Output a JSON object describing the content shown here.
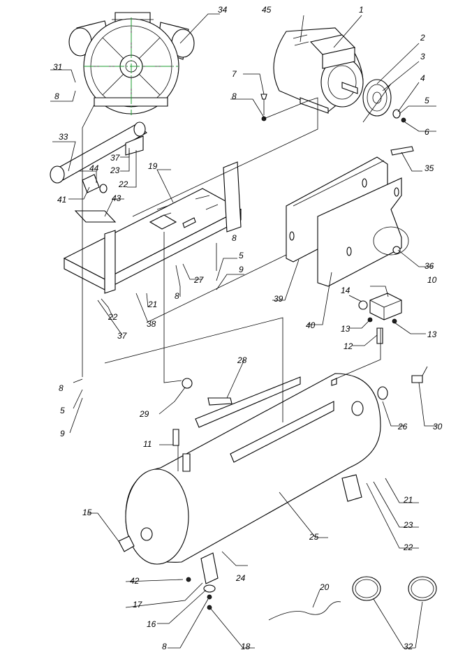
{
  "labels": {
    "l1": "1",
    "l2": "2",
    "l3": "3",
    "l4": "4",
    "l5a": "5",
    "l5b": "5",
    "l5c": "5",
    "l6": "6",
    "l7": "7",
    "l8a": "8",
    "l8b": "8",
    "l8c": "8",
    "l8d": "8",
    "l8e": "8",
    "l8f": "8",
    "l9a": "9",
    "l9b": "9",
    "l10": "10",
    "l11": "11",
    "l12": "12",
    "l13a": "13",
    "l13b": "13",
    "l14": "14",
    "l15": "15",
    "l16": "16",
    "l17": "17",
    "l18": "18",
    "l19": "19",
    "l20": "20",
    "l21a": "21",
    "l21b": "21",
    "l22a": "22",
    "l22b": "22",
    "l22c": "22",
    "l23a": "23",
    "l23b": "23",
    "l24": "24",
    "l25": "25",
    "l26": "26",
    "l27": "27",
    "l28": "28",
    "l29": "29",
    "l30": "30",
    "l31": "31",
    "l32": "32",
    "l33": "33",
    "l34": "34",
    "l35": "35",
    "l36": "36",
    "l37a": "37",
    "l37b": "37",
    "l38": "38",
    "l39": "39",
    "l40": "40",
    "l41": "41",
    "l42": "42",
    "l43": "43",
    "l44": "44",
    "l45": "45"
  },
  "colors": {
    "line": "#000000",
    "centerline": "#1a9b2c",
    "background": "#ffffff"
  }
}
